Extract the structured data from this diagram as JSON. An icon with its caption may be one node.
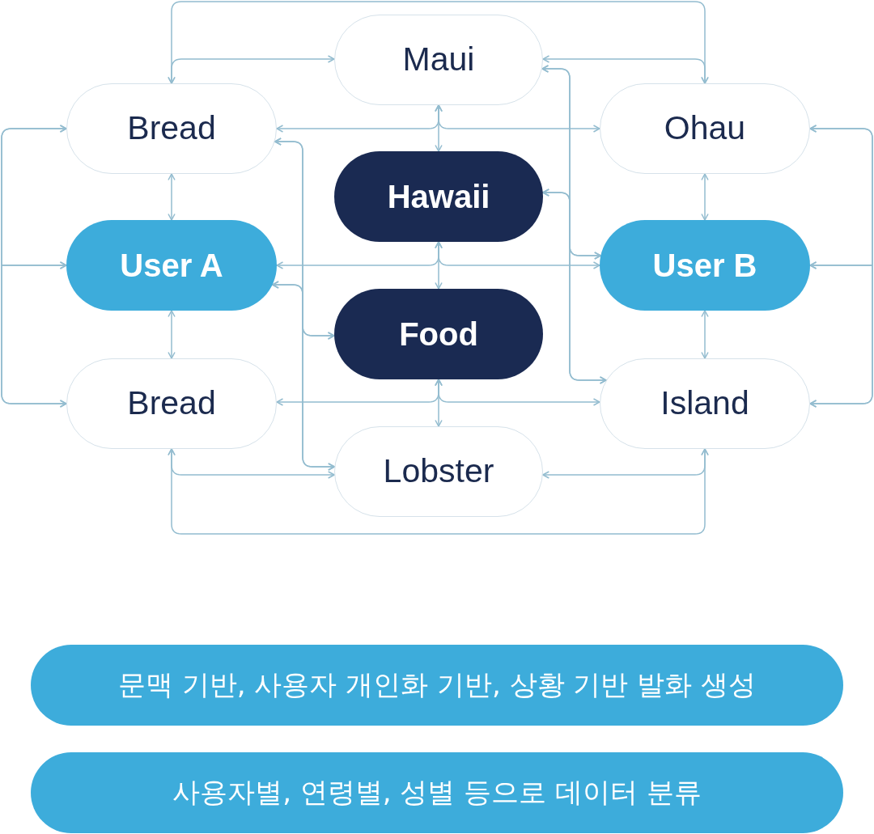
{
  "diagram": {
    "nodes": [
      {
        "text": [
          "Maui"
        ]
      },
      {
        "text": [
          "Bread"
        ]
      },
      {
        "text": [
          "Ohau"
        ]
      },
      {
        "text": [
          "Hawaii"
        ]
      },
      {
        "text": [
          "User A"
        ]
      },
      {
        "text": [
          "User B"
        ]
      },
      {
        "text": [
          "Food"
        ]
      },
      {
        "text": [
          "Bread"
        ]
      },
      {
        "text": [
          "Island"
        ]
      },
      {
        "text": [
          "Lobster"
        ]
      },
      {
        "text": [
          "문맥 기반, 사용자 개인화 기반, 상황 기반 발화 생성"
        ]
      },
      {
        "text": [
          "사용자별, 연령별, 성별 등으로 데이터 분류"
        ]
      }
    ],
    "edges": [
      {
        "from": 1,
        "to": 2,
        "arrow": "both"
      },
      {
        "from": 1,
        "to": 0,
        "arrow": "both"
      },
      {
        "from": 2,
        "to": 0,
        "arrow": "both"
      },
      {
        "from": 0,
        "to": 3,
        "arrow": "both"
      },
      {
        "from": 0,
        "to": 1,
        "arrow": "both"
      },
      {
        "from": 0,
        "to": 2,
        "arrow": "both"
      },
      {
        "from": 1,
        "to": 4,
        "arrow": "both"
      },
      {
        "from": 2,
        "to": 5,
        "arrow": "both"
      },
      {
        "from": 3,
        "to": 6,
        "arrow": "both"
      },
      {
        "from": 3,
        "to": 4,
        "arrow": "both"
      },
      {
        "from": 3,
        "to": 5,
        "arrow": "both"
      },
      {
        "from": 4,
        "to": 7,
        "arrow": "both"
      },
      {
        "from": 5,
        "to": 8,
        "arrow": "both"
      },
      {
        "from": 6,
        "to": 9,
        "arrow": "both"
      },
      {
        "from": 6,
        "to": 7,
        "arrow": "both"
      },
      {
        "from": 6,
        "to": 8,
        "arrow": "both"
      },
      {
        "from": 7,
        "to": 8,
        "arrow": "both"
      },
      {
        "from": 7,
        "to": 9,
        "arrow": "both"
      },
      {
        "from": 8,
        "to": 9,
        "arrow": "both"
      },
      {
        "from": 1,
        "to": 7,
        "arrow": "both"
      },
      {
        "from": 4,
        "to": 1,
        "arrow": "both"
      },
      {
        "from": 4,
        "to": 7,
        "arrow": "both"
      },
      {
        "from": 2,
        "to": 8,
        "arrow": "both"
      },
      {
        "from": 5,
        "to": 2,
        "arrow": "both"
      },
      {
        "from": 5,
        "to": 8,
        "arrow": "both"
      },
      {
        "from": 1,
        "to": 6,
        "arrow": "both"
      },
      {
        "from": 1,
        "to": 9,
        "arrow": "both"
      },
      {
        "from": 4,
        "to": 6,
        "arrow": "both"
      },
      {
        "from": 4,
        "to": 9,
        "arrow": "both"
      },
      {
        "from": 5,
        "to": 0,
        "arrow": "both"
      },
      {
        "from": 5,
        "to": 3,
        "arrow": "both"
      },
      {
        "from": 8,
        "to": 0,
        "arrow": "both"
      },
      {
        "from": 8,
        "to": 3,
        "arrow": "both"
      }
    ]
  }
}
